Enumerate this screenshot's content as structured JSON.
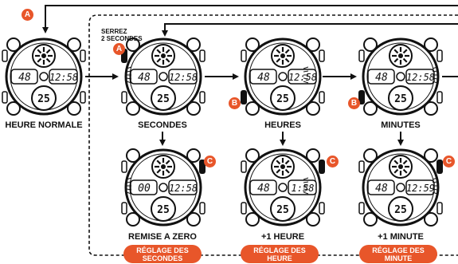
{
  "instruction": {
    "line1": "SERREZ",
    "line2": "2 SECONDES"
  },
  "buttons": {
    "a": "A",
    "b": "B",
    "c": "C"
  },
  "steps": {
    "normal": "HEURE NORMALE",
    "seconds": "SECONDES",
    "hours": "HEURES",
    "minutes": "MINUTES",
    "reset": "REMISE A ZERO",
    "hour_plus": "+1 HEURE",
    "minute_plus": "+1 MINUTE"
  },
  "captions": {
    "seconds": {
      "line1": "RÉGLAGE DES",
      "line2": "SECONDES"
    },
    "hour": {
      "line1": "RÉGLAGE DES",
      "line2": "HEURE"
    },
    "minute": {
      "line1": "RÉGLAGE DES",
      "line2": "MINUTE"
    }
  },
  "displays": {
    "normal": {
      "left": "48",
      "right": "12:58",
      "bottom": "25"
    },
    "seconds": {
      "left": "48",
      "right": "12:58",
      "bottom": "25"
    },
    "hours": {
      "left": "48",
      "right": "12:58",
      "bottom": "25"
    },
    "minutes": {
      "left": "48",
      "right": "12:58",
      "bottom": "25"
    },
    "reset": {
      "left": "00",
      "right": "12:58",
      "bottom": "25"
    },
    "hour_plus": {
      "left": "48",
      "right": "1:58",
      "bottom": "25"
    },
    "minute_plus": {
      "left": "48",
      "right": "12:59",
      "bottom": "25"
    }
  },
  "colors": {
    "accent": "#e8562a",
    "ink": "#111111"
  }
}
